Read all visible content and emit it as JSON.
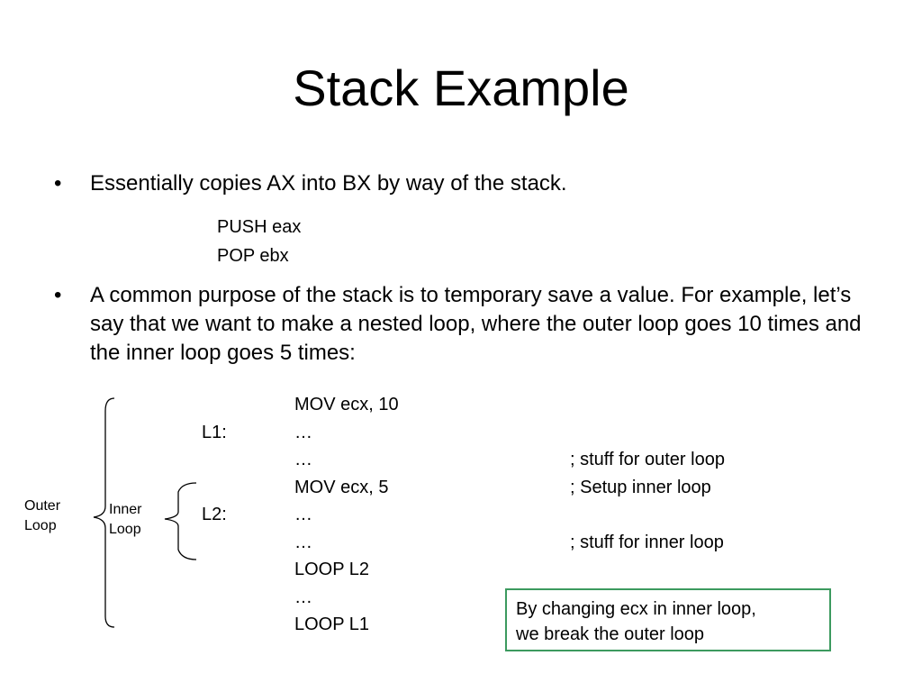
{
  "title": "Stack Example",
  "bullets": [
    {
      "marker": "•",
      "text": "Essentially copies AX into BX by way of the stack."
    },
    {
      "marker": "•",
      "text": "A common purpose of the stack is to temporary save a value.   For example, let’s say that we want to make a nested loop, where the outer loop goes 10 times and the inner loop goes 5 times:"
    }
  ],
  "stack_code": [
    "PUSH eax",
    "POP ebx"
  ],
  "loop_code": [
    {
      "label": "",
      "instr": "MOV ecx, 10",
      "comment": ""
    },
    {
      "label": "L1:",
      "instr": "…",
      "comment": ""
    },
    {
      "label": "",
      "instr": "…",
      "comment": "; stuff for outer loop"
    },
    {
      "label": "",
      "instr": "MOV ecx, 5",
      "comment": "; Setup inner loop"
    },
    {
      "label": "L2:",
      "instr": "…",
      "comment": ""
    },
    {
      "label": "",
      "instr": "…",
      "comment": "; stuff for inner loop"
    },
    {
      "label": "",
      "instr": "LOOP L2",
      "comment": ""
    },
    {
      "label": "",
      "instr": "…",
      "comment": ""
    },
    {
      "label": "",
      "instr": "LOOP L1",
      "comment": ""
    }
  ],
  "outer_loop_label": [
    "Outer",
    "Loop"
  ],
  "inner_loop_label": [
    "Inner",
    "Loop"
  ],
  "callout": [
    "By changing ecx in inner loop,",
    "we break the outer loop"
  ],
  "colors": {
    "callout_border": "#3c9a5f",
    "text": "#000000",
    "background": "#ffffff"
  }
}
